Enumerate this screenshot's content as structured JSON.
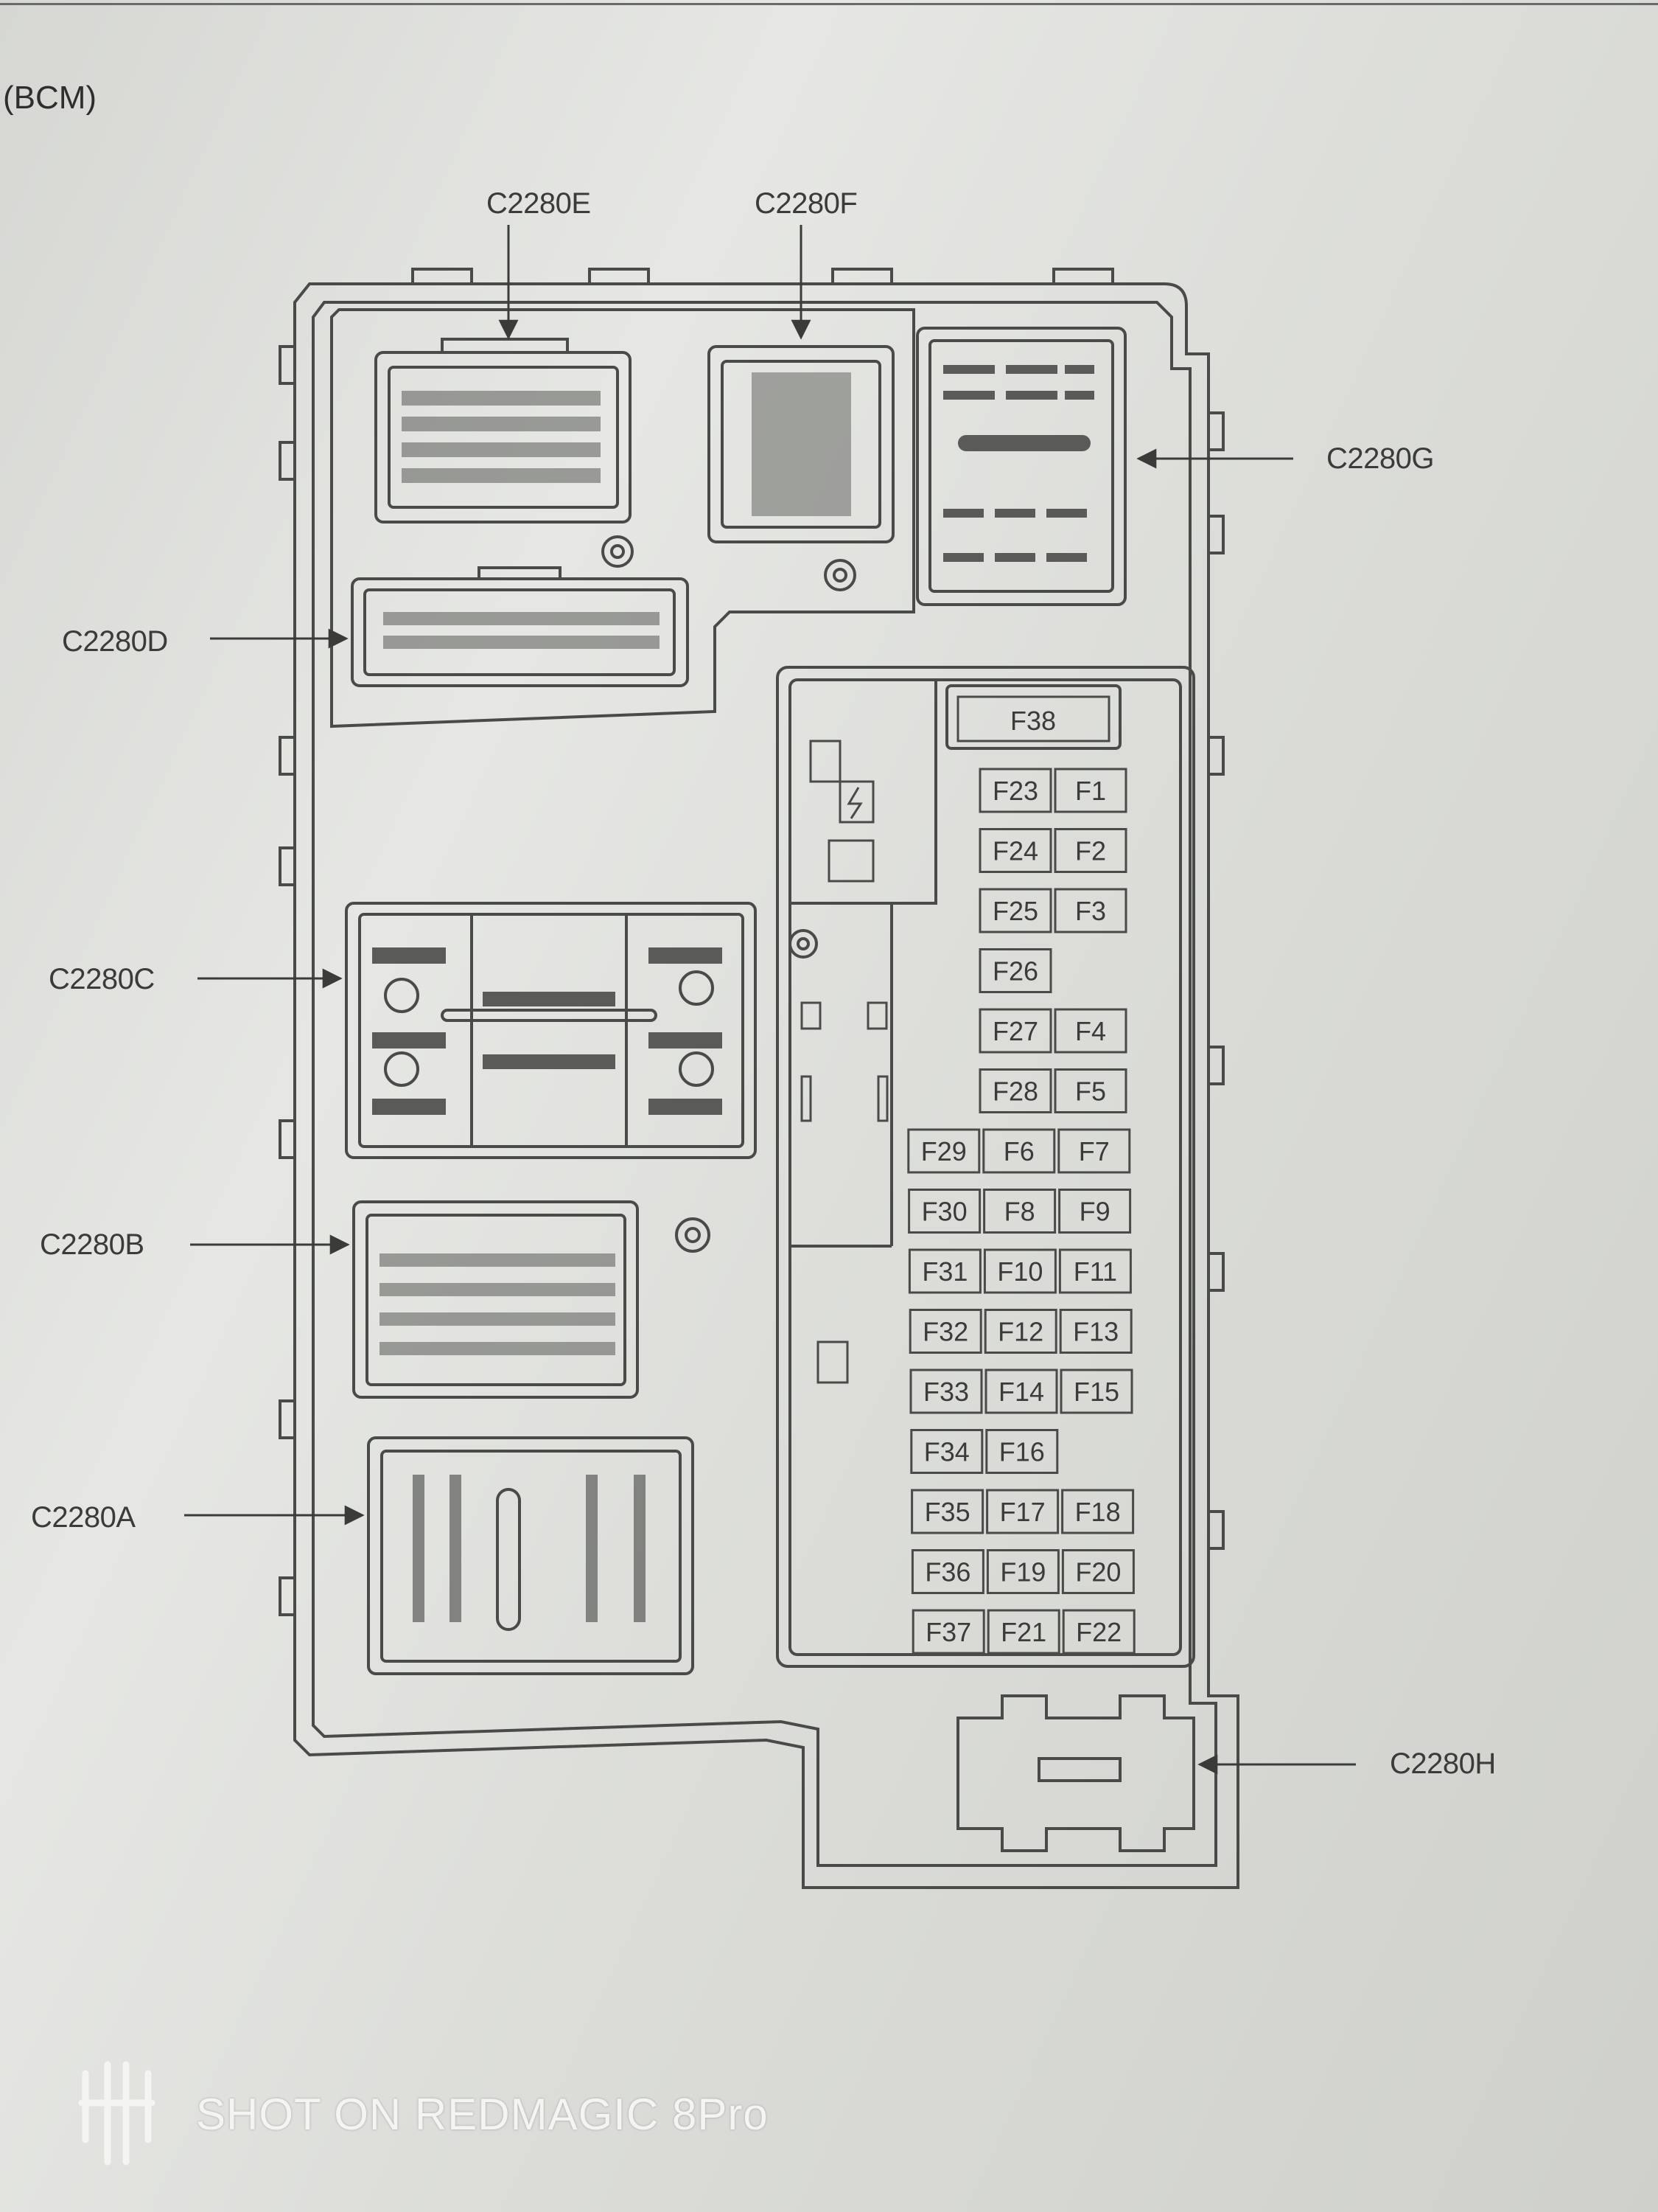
{
  "header": {
    "title": "(BCM)"
  },
  "connectors": {
    "c2280e": "C2280E",
    "c2280f": "C2280F",
    "c2280g": "C2280G",
    "c2280d": "C2280D",
    "c2280c": "C2280C",
    "c2280b": "C2280B",
    "c2280a": "C2280A",
    "c2280h": "C2280H"
  },
  "fuses": {
    "top": "F38",
    "rows": [
      [
        "",
        "F23",
        "F1"
      ],
      [
        "",
        "F24",
        "F2"
      ],
      [
        "",
        "F25",
        "F3"
      ],
      [
        "",
        "F26",
        ""
      ],
      [
        "",
        "F27",
        "F4"
      ],
      [
        "",
        "F28",
        "F5"
      ],
      [
        "F29",
        "F6",
        "F7"
      ],
      [
        "F30",
        "F8",
        "F9"
      ],
      [
        "F31",
        "F10",
        "F11"
      ],
      [
        "F32",
        "F12",
        "F13"
      ],
      [
        "F33",
        "F14",
        "F15"
      ],
      [
        "F34",
        "F16",
        ""
      ],
      [
        "F35",
        "F17",
        "F18"
      ],
      [
        "F36",
        "F19",
        "F20"
      ],
      [
        "F37",
        "F21",
        "F22"
      ]
    ]
  },
  "watermark": {
    "text": "SHOT ON REDMAGIC 8Pro",
    "icon": "redmagic-logo-icon"
  }
}
